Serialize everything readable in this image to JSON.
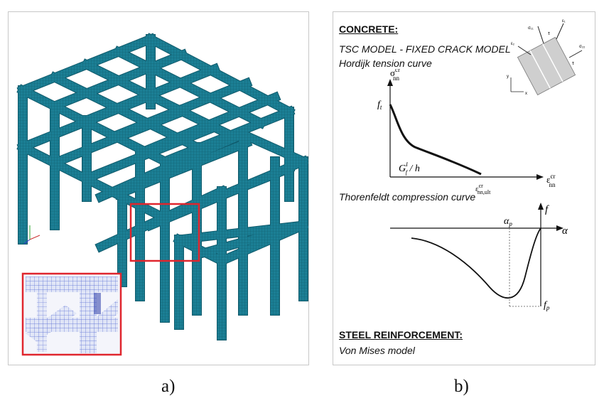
{
  "captions": {
    "a": "a)",
    "b": "b)"
  },
  "colors": {
    "mesh": "#1b7f95",
    "mesh_dark": "#0f5a6b",
    "highlight": "#e0262e",
    "inset_blue": "#4a5fd0"
  },
  "concrete": {
    "heading": "CONCRETE:",
    "model": "TSC MODEL - FIXED CRACK MODEL",
    "tension_title": "Hordijk tension curve",
    "tension_y_label": "σ",
    "tension_y_sup": "cr",
    "tension_y_sub": "nn",
    "tension_ft": "f",
    "tension_ft_sub": "t",
    "tension_area_label": "G",
    "tension_area_sup": "I",
    "tension_area_sub": "f",
    "tension_area_rest": " / h",
    "tension_x_label": "ε",
    "tension_x_sup": "cr",
    "tension_x_sub": "nn",
    "tension_ult_label": "ε",
    "tension_ult_sup": "cr",
    "tension_ult_sub": "nn,ult",
    "compression_title": "Thorenfeldt compression curve",
    "compression_f": "f",
    "compression_alpha": "α",
    "compression_alpha_p": "α",
    "compression_alpha_p_sub": "p",
    "compression_fp": "f",
    "compression_fp_sub": "p"
  },
  "inset_diagram": {
    "labels": [
      "σ₁₁",
      "τ",
      "ε₁",
      "ε₂",
      "τ",
      "σ₂₂",
      "y",
      "x"
    ]
  },
  "steel": {
    "heading": "STEEL REINFORCEMENT:",
    "model": "Von Mises model"
  }
}
